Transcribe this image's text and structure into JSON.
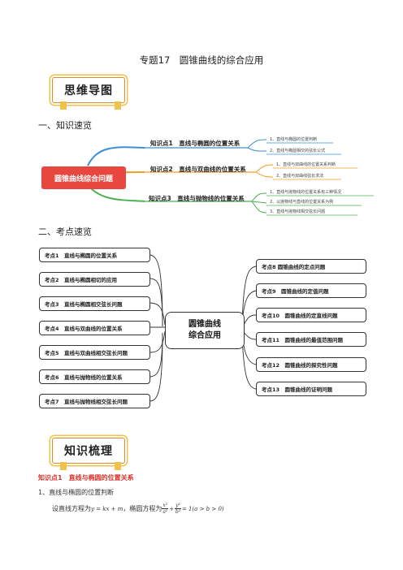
{
  "page_title": "专题17　圆锥曲线的综合应用",
  "banner1": "思维导图",
  "section1": "一、知识速览",
  "mindmap1": {
    "root": "圆锥曲线综合问题",
    "branches": [
      {
        "label": "知识点1　直线与椭圆的位置关系",
        "leaves": [
          "1、直线与椭圆的位置判断",
          "2、直线与椭圆相交的弦长公式"
        ]
      },
      {
        "label": "知识点2　直线与双曲线的位置关系",
        "leaves": [
          "1、直线与双曲线的位置关系判断",
          "2、直线与双曲线弦长求法"
        ]
      },
      {
        "label": "知识点3　直线与抛物线的位置关系",
        "leaves": [
          "1、直线与抛物线的位置关系有三种情况",
          "2、以抛物线与直线的位置关系为例",
          "3、直线与抛物线相交弦长问题"
        ]
      }
    ]
  },
  "section2": "二、考点速览",
  "mindmap2": {
    "center_line1": "圆锥曲线",
    "center_line2": "综合应用",
    "left": [
      "考点1　直线与椭圆的位置关系",
      "考点2　直线与椭圆相切的应用",
      "考点3　直线与椭圆相交弦长问题",
      "考点4　直线与双曲线的位置关系",
      "考点5　直线与双曲线相交弦长问题",
      "考点6　直线与抛物线的位置关系",
      "考点7　直线与抛物线相交弦长问题"
    ],
    "right": [
      "考点8 圆锥曲线的定点问题",
      "考点9　圆锥曲线的定值问题",
      "考点10　圆锥曲线的定直线问题",
      "考点11　圆锥曲线的最值范围问题",
      "考点12　圆锥曲线的探究性问题",
      "考点13　圆锥曲线的证明问题"
    ]
  },
  "banner2": "知识梳理",
  "kp1_heading": "知识点1　直线与椭圆的位置关系",
  "item1": "1、直线与椭圆的位置判断",
  "line_text": {
    "prefix": "设直线方程为",
    "line_eq": "y = kx + m",
    "middle": "，椭圆方程为",
    "num1": "x²",
    "den1": "a²",
    "plus": "+",
    "num2": "y²",
    "den2": "b²",
    "tail": "= 1(a > b > 0)"
  },
  "colors": {
    "root_red": "#e8473f",
    "branch_blue": "#3a8fd8",
    "branch_orange": "#f0a020",
    "branch_green": "#4caf50",
    "banner_orange": "#e38a1c"
  }
}
